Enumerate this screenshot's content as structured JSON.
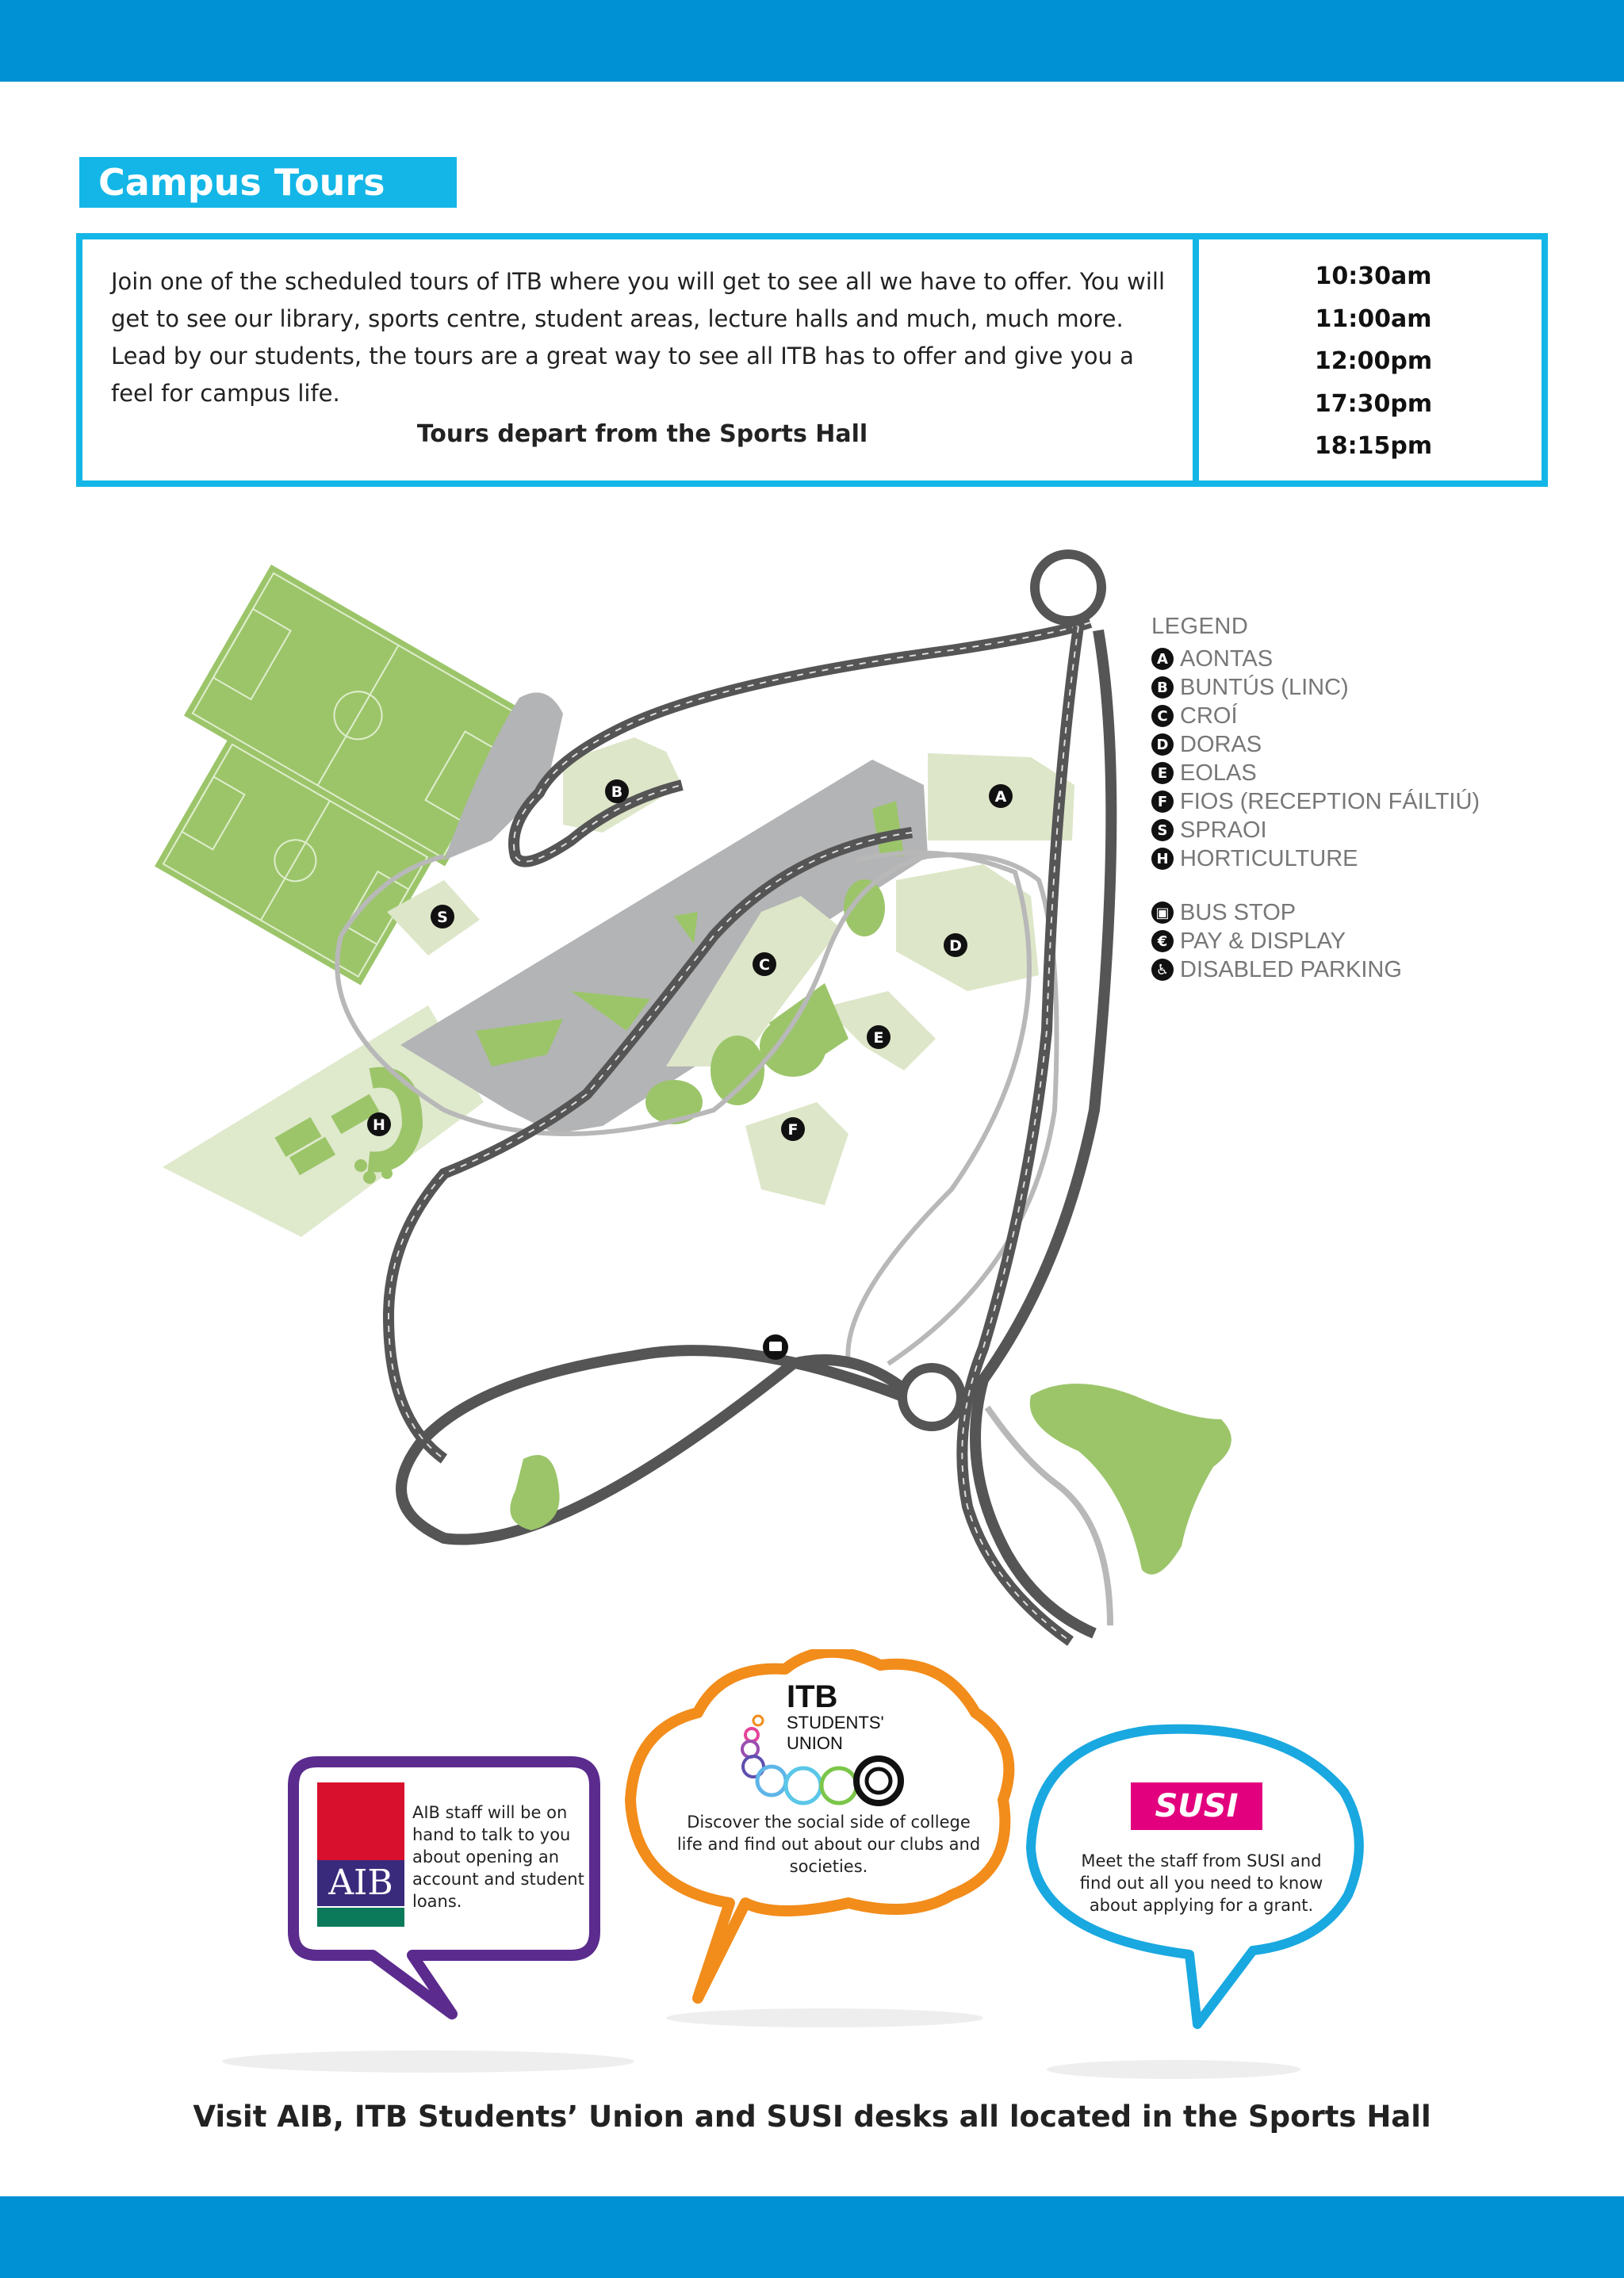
{
  "campus_tours": {
    "title": "Campus Tours",
    "description": "Join one of the scheduled tours of ITB where you will get to see all we have to offer. You will get to see our library, sports centre, student areas, lecture halls and much, much more. Lead by our students, the tours are a great way to see all ITB has to offer and give you a feel for campus life.",
    "depart_note": "Tours depart from the Sports Hall",
    "times": [
      "10:30am",
      "11:00am",
      "12:00pm",
      "17:30pm",
      "18:15pm"
    ]
  },
  "legend": {
    "title": "LEGEND",
    "buildings": [
      {
        "marker": "A",
        "label": "AONTAS"
      },
      {
        "marker": "B",
        "label": "BUNTÚS (LINC)"
      },
      {
        "marker": "C",
        "label": "CROÍ"
      },
      {
        "marker": "D",
        "label": "DORAS"
      },
      {
        "marker": "E",
        "label": "EOLAS"
      },
      {
        "marker": "F",
        "label": "FIOS (RECEPTION FÁILTIÚ)"
      },
      {
        "marker": "S",
        "label": "SPRAOI"
      },
      {
        "marker": "H",
        "label": "HORTICULTURE"
      }
    ],
    "facilities": [
      {
        "icon": "bus-icon",
        "glyph": "▣",
        "label": "BUS STOP"
      },
      {
        "icon": "euro-icon",
        "glyph": "€",
        "label": "PAY & DISPLAY"
      },
      {
        "icon": "wheelchair-icon",
        "glyph": "♿",
        "label": "DISABLED PARKING"
      }
    ]
  },
  "map_markers": [
    "A",
    "B",
    "C",
    "D",
    "E",
    "F",
    "S",
    "H"
  ],
  "desks": {
    "aib": {
      "logo_text": "AIB",
      "text": "AIB staff will be on hand to talk to you about opening an account and student loans.",
      "color": "#5b2b8e"
    },
    "students_union": {
      "logo_line1": "ITB",
      "logo_line2": "STUDENTS'",
      "logo_line3": "UNION",
      "text": "Discover the social side of college life and find out about our clubs and societies.",
      "color": "#f28c1a"
    },
    "susi": {
      "logo_text": "SUSI",
      "text": "Meet the staff from SUSI and find out all you need to know about applying for a grant.",
      "color": "#19a8e0"
    }
  },
  "footer_note": "Visit AIB, ITB Students’ Union and SUSI desks all located in the Sports Hall",
  "colors": {
    "band": "#0090d4",
    "accent": "#13b6e6",
    "grass": "#9cc56a",
    "building": "#dde6c8",
    "parking": "#b3b4b6",
    "road": "#555555"
  }
}
